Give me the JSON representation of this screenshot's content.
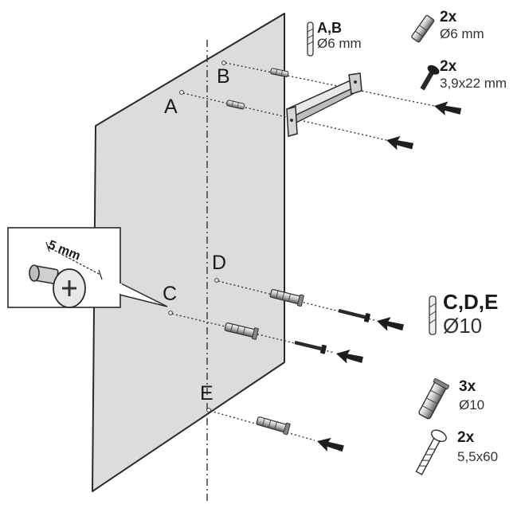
{
  "points": {
    "a": "A",
    "b": "B",
    "c": "C",
    "d": "D",
    "e": "E"
  },
  "inset": {
    "dimension": "5 mm"
  },
  "legend": {
    "top_drill": {
      "points": "A,B",
      "diameter": "Ø6 mm"
    },
    "top_plugs": {
      "count": "2x",
      "size": "Ø6 mm"
    },
    "top_screws": {
      "count": "2x",
      "size": "3,9x22 mm"
    },
    "lower_drill": {
      "points": "C,D,E",
      "diameter": "Ø10"
    },
    "lower_plugs": {
      "count": "3x",
      "size": "Ø10"
    },
    "lower_screws": {
      "count": "2x",
      "size": "5,5x60"
    }
  },
  "colors": {
    "panel_fill": "#dcdcdc",
    "stroke": "#2a2a2a",
    "arrow_fill": "#1e1e1e"
  }
}
